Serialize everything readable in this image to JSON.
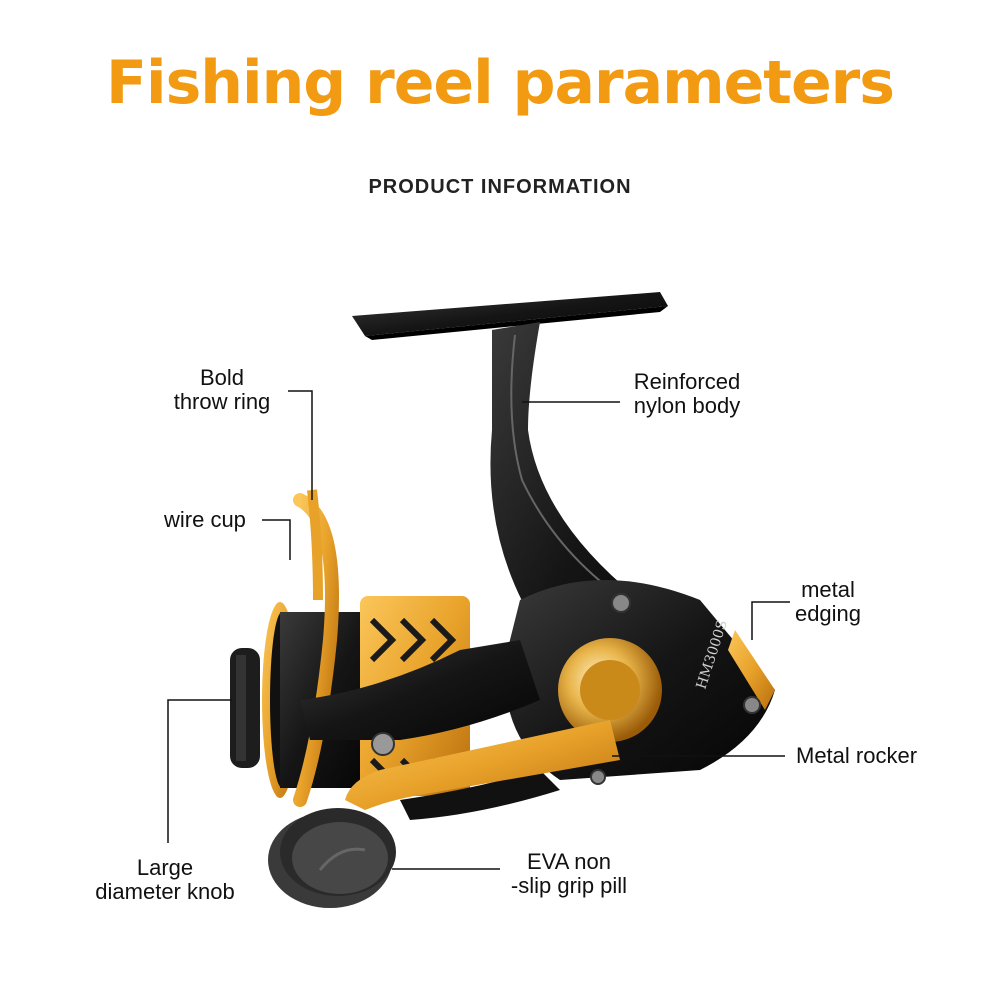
{
  "header": {
    "title": "Fishing reel parameters",
    "subtitle": "PRODUCT INFORMATION"
  },
  "labels": {
    "bold_throw_ring": [
      "Bold",
      "throw ring"
    ],
    "wire_cup": "wire cup",
    "large_knob": [
      "Large",
      "diameter knob"
    ],
    "reinforced_body": [
      "Reinforced",
      "nylon body"
    ],
    "metal_edging": [
      "metal",
      "edging"
    ],
    "metal_rocker": "Metal rocker",
    "eva_grip": [
      "EVA non",
      "-slip grip pill"
    ]
  },
  "reel": {
    "model_text": "HM3000S"
  },
  "colors": {
    "accent": "#f29a12",
    "reel_black": "#1a1a1a",
    "reel_gold": "#e8a22a"
  }
}
